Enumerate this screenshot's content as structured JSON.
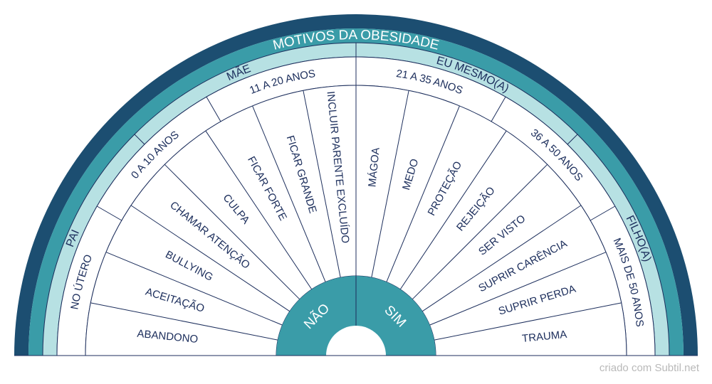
{
  "colors": {
    "outer_dark": "#1c4e71",
    "band_title": "#3a9ca8",
    "band_light": "#b7e1e3",
    "center": "#3a9ca8",
    "line": "#1c2e5c",
    "text": "#1c2e5c"
  },
  "title": "MOTIVOS DA OBESIDADE",
  "relations": [
    {
      "label": "PAI",
      "from": 180,
      "to": 135
    },
    {
      "label": "MÃE",
      "from": 135,
      "to": 90
    },
    {
      "label": "EU MESMO(A)",
      "from": 90,
      "to": 45
    },
    {
      "label": "FILHO(A)",
      "from": 45,
      "to": 0
    }
  ],
  "ages": [
    {
      "label": "NO ÚTERO",
      "from": 180,
      "to": 150
    },
    {
      "label": "0 A 10 ANOS",
      "from": 150,
      "to": 120
    },
    {
      "label": "11 A 20 ANOS",
      "from": 120,
      "to": 90
    },
    {
      "label": "21 A 35 ANOS",
      "from": 90,
      "to": 60
    },
    {
      "label": "36 A 50 ANOS",
      "from": 60,
      "to": 30
    },
    {
      "label": "MAIS DE 50 ANOS",
      "from": 30,
      "to": 0
    }
  ],
  "reasons": [
    "ABANDONO",
    "ACEITAÇÃO",
    "BULLYING",
    "CHAMAR ATENÇÃO",
    "CULPA",
    "FICAR FORTE",
    "FICAR GRANDE",
    "INCLUIR PARENTE EXCLUÍDO",
    "MÁGOA",
    "MEDO",
    "PROTEÇÃO",
    "REJEIÇÃO",
    "SER VISTO",
    "SUPRIR CARÊNCIA",
    "SUPRIR PERDA",
    "TRAUMA"
  ],
  "center": [
    "NÃO",
    "SIM"
  ],
  "credit": "criado com Subtil.net"
}
